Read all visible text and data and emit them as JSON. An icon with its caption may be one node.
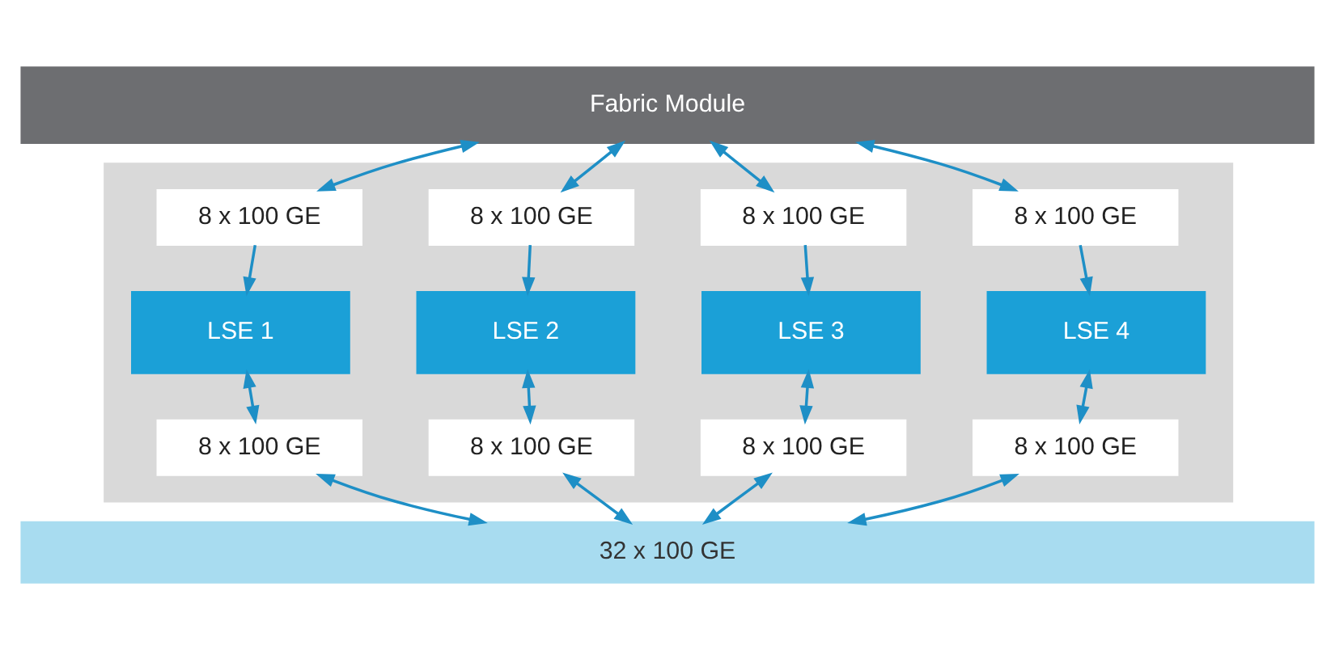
{
  "diagram": {
    "nodes": [
      {
        "text": [
          "Fabric Module"
        ]
      },
      {
        "text": [],
        "shape": "box"
      },
      {
        "text": [
          "8 x 100 GE"
        ],
        "in": 1
      },
      {
        "text": [
          "8 x 100 GE"
        ],
        "in": 1
      },
      {
        "text": [
          "8 x 100 GE"
        ],
        "in": 1
      },
      {
        "text": [
          "8 x 100 GE"
        ],
        "in": 1
      },
      {
        "text": [
          "LSE 1"
        ],
        "in": 1
      },
      {
        "text": [
          "LSE 2"
        ],
        "in": 1
      },
      {
        "text": [
          "LSE 3"
        ],
        "in": 1
      },
      {
        "text": [
          "LSE 4"
        ],
        "in": 1
      },
      {
        "text": [
          "8 x 100 GE"
        ],
        "in": 1
      },
      {
        "text": [
          "8 x 100 GE"
        ],
        "in": 1
      },
      {
        "text": [
          "8 x 100 GE"
        ],
        "in": 1
      },
      {
        "text": [
          "8 x 100 GE"
        ],
        "in": 1
      },
      {
        "text": [
          "32 x 100 GE"
        ]
      }
    ],
    "edges": [
      {
        "from": 0,
        "to": 2,
        "arrow": "both"
      },
      {
        "from": 0,
        "to": 3,
        "arrow": "both"
      },
      {
        "from": 0,
        "to": 4,
        "arrow": "both"
      },
      {
        "from": 0,
        "to": 5,
        "arrow": "both"
      },
      {
        "from": 2,
        "to": 6,
        "arrow": "to"
      },
      {
        "from": 3,
        "to": 7,
        "arrow": "to"
      },
      {
        "from": 4,
        "to": 8,
        "arrow": "to"
      },
      {
        "from": 5,
        "to": 9,
        "arrow": "to"
      },
      {
        "from": 6,
        "to": 10,
        "arrow": "both"
      },
      {
        "from": 7,
        "to": 11,
        "arrow": "both"
      },
      {
        "from": 8,
        "to": 12,
        "arrow": "both"
      },
      {
        "from": 9,
        "to": 13,
        "arrow": "both"
      },
      {
        "from": 10,
        "to": 14,
        "arrow": "both"
      },
      {
        "from": 11,
        "to": 14,
        "arrow": "both"
      },
      {
        "from": 12,
        "to": 14,
        "arrow": "both"
      },
      {
        "from": 13,
        "to": 14,
        "arrow": "both"
      }
    ]
  }
}
